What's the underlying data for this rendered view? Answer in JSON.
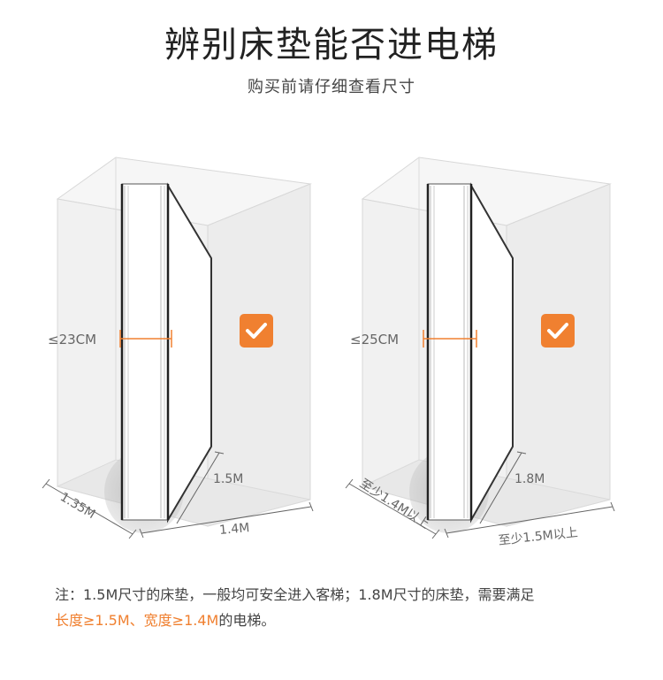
{
  "title": "辨别床垫能否进电梯",
  "subtitle": "购买前请仔细查看尺寸",
  "panels": [
    {
      "thickness": "≤23CM",
      "height": "1.5M",
      "width": "1.4M",
      "depth": "1.35M",
      "check_icon": "check-icon"
    },
    {
      "thickness": "≤25CM",
      "height": "1.8M",
      "width": "至少1.5M以上",
      "depth": "至少1.4M以上",
      "check_icon": "check-icon"
    }
  ],
  "note": {
    "line1": "注：1.5M尺寸的床垫，一般均可安全进入客梯；1.8M尺寸的床垫，需要满足",
    "highlight": "长度≥1.5M、宽度≥1.4M",
    "suffix": "的电梯。"
  },
  "colors": {
    "accent": "#f08030",
    "box_line": "#cfcfcf"
  }
}
